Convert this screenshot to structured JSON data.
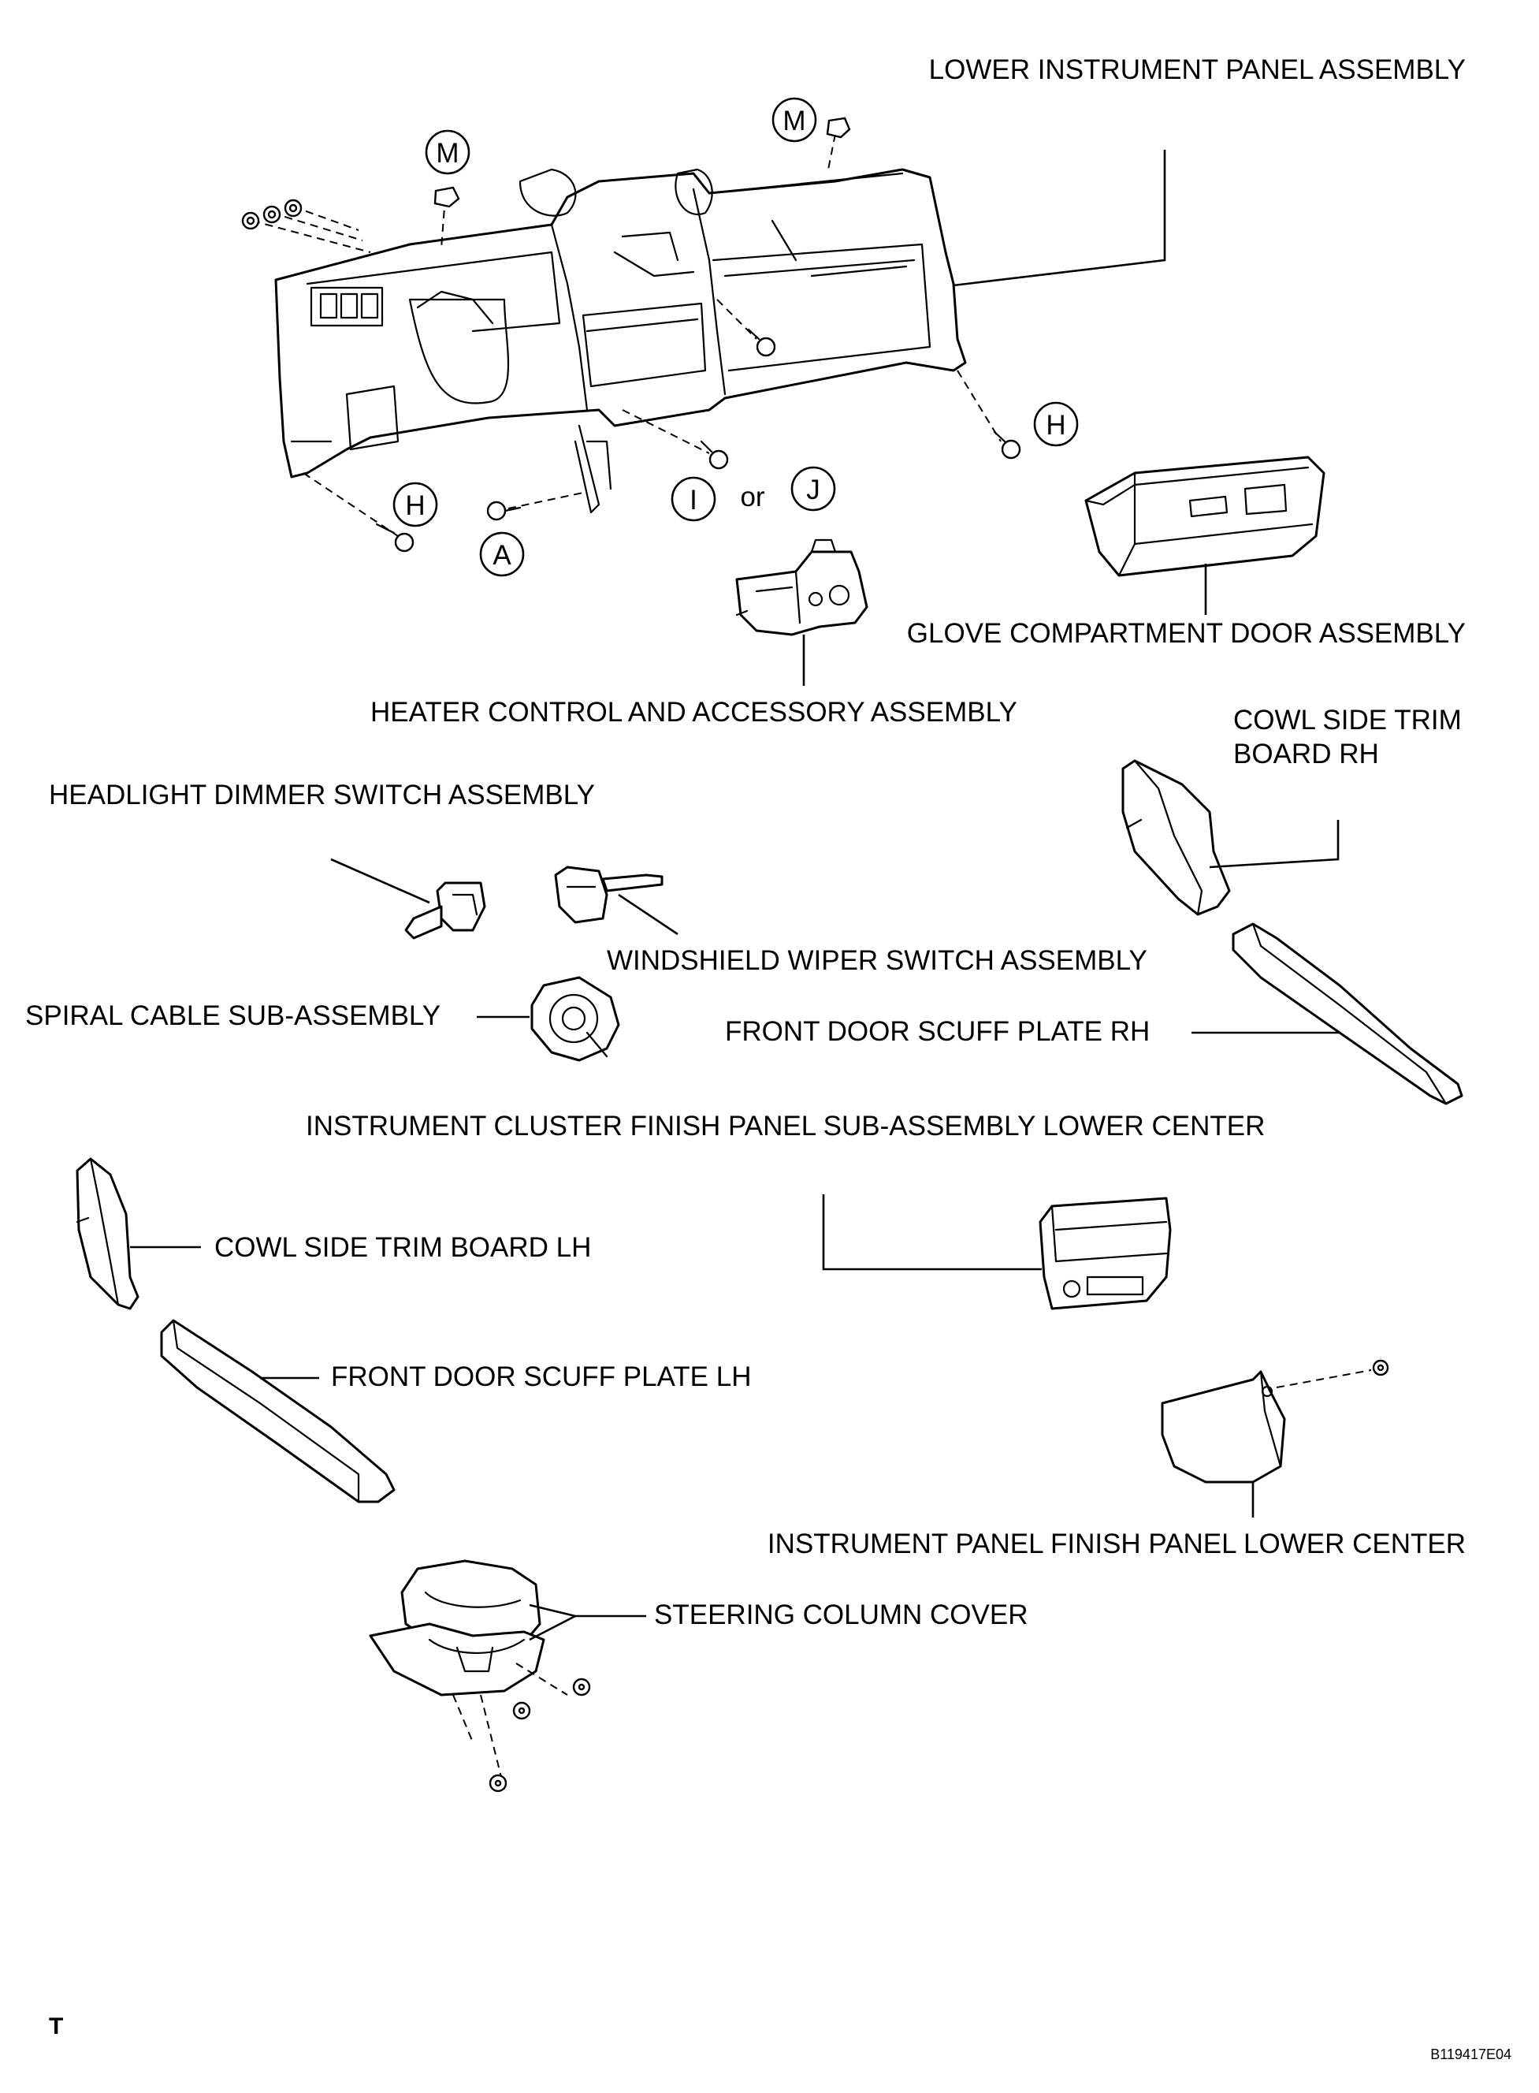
{
  "labels": {
    "lower_instrument_panel": "LOWER INSTRUMENT PANEL ASSEMBLY",
    "glove_compartment_door": "GLOVE COMPARTMENT DOOR ASSEMBLY",
    "heater_control": "HEATER CONTROL AND ACCESSORY ASSEMBLY",
    "cowl_side_trim_rh_line1": "COWL SIDE TRIM",
    "cowl_side_trim_rh_line2": "BOARD RH",
    "headlight_dimmer_switch": "HEADLIGHT DIMMER SWITCH ASSEMBLY",
    "windshield_wiper_switch": "WINDSHIELD WIPER SWITCH ASSEMBLY",
    "spiral_cable": "SPIRAL CABLE SUB-ASSEMBLY",
    "front_door_scuff_rh": "FRONT DOOR SCUFF PLATE RH",
    "instrument_cluster_finish": "INSTRUMENT CLUSTER FINISH PANEL SUB-ASSEMBLY LOWER CENTER",
    "cowl_side_trim_lh": "COWL SIDE TRIM BOARD LH",
    "front_door_scuff_lh": "FRONT DOOR SCUFF PLATE LH",
    "instrument_panel_finish_lower": "INSTRUMENT PANEL FINISH PANEL LOWER CENTER",
    "steering_column_cover": "STEERING COLUMN COVER"
  },
  "callouts": {
    "m_left": "M",
    "m_right": "M",
    "h_left": "H",
    "h_right": "H",
    "a": "A",
    "i": "I",
    "or": "or",
    "j": "J"
  },
  "footer": {
    "corner_mark": "T",
    "figure_code": "B119417E04"
  }
}
